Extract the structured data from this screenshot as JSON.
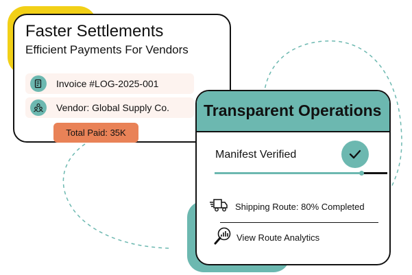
{
  "settlements_card": {
    "title": "Faster Settlements",
    "subtitle": "Efficient Payments For Vendors",
    "invoice": {
      "icon": "receipt-icon",
      "label": "Invoice #LOG-2025-001"
    },
    "vendor": {
      "icon": "people-icon",
      "label": "Vendor: Global Supply Co."
    },
    "total_paid": "Total Paid: 35K"
  },
  "operations_card": {
    "title": "Transparent Operations",
    "manifest_label": "Manifest Verified",
    "manifest_icon": "checkmark-icon",
    "manifest_progress": 0.85,
    "shipping": {
      "icon": "delivery-truck-icon",
      "label": "Shipping Route: 80% Completed"
    },
    "analytics": {
      "icon": "magnifier-chart-icon",
      "label": "View Route Analytics"
    }
  },
  "colors": {
    "teal": "#6cb8b0",
    "yellow": "#f2d017",
    "orange": "#e98257",
    "row_tint": "#fdf3ef",
    "outline": "#111111"
  }
}
